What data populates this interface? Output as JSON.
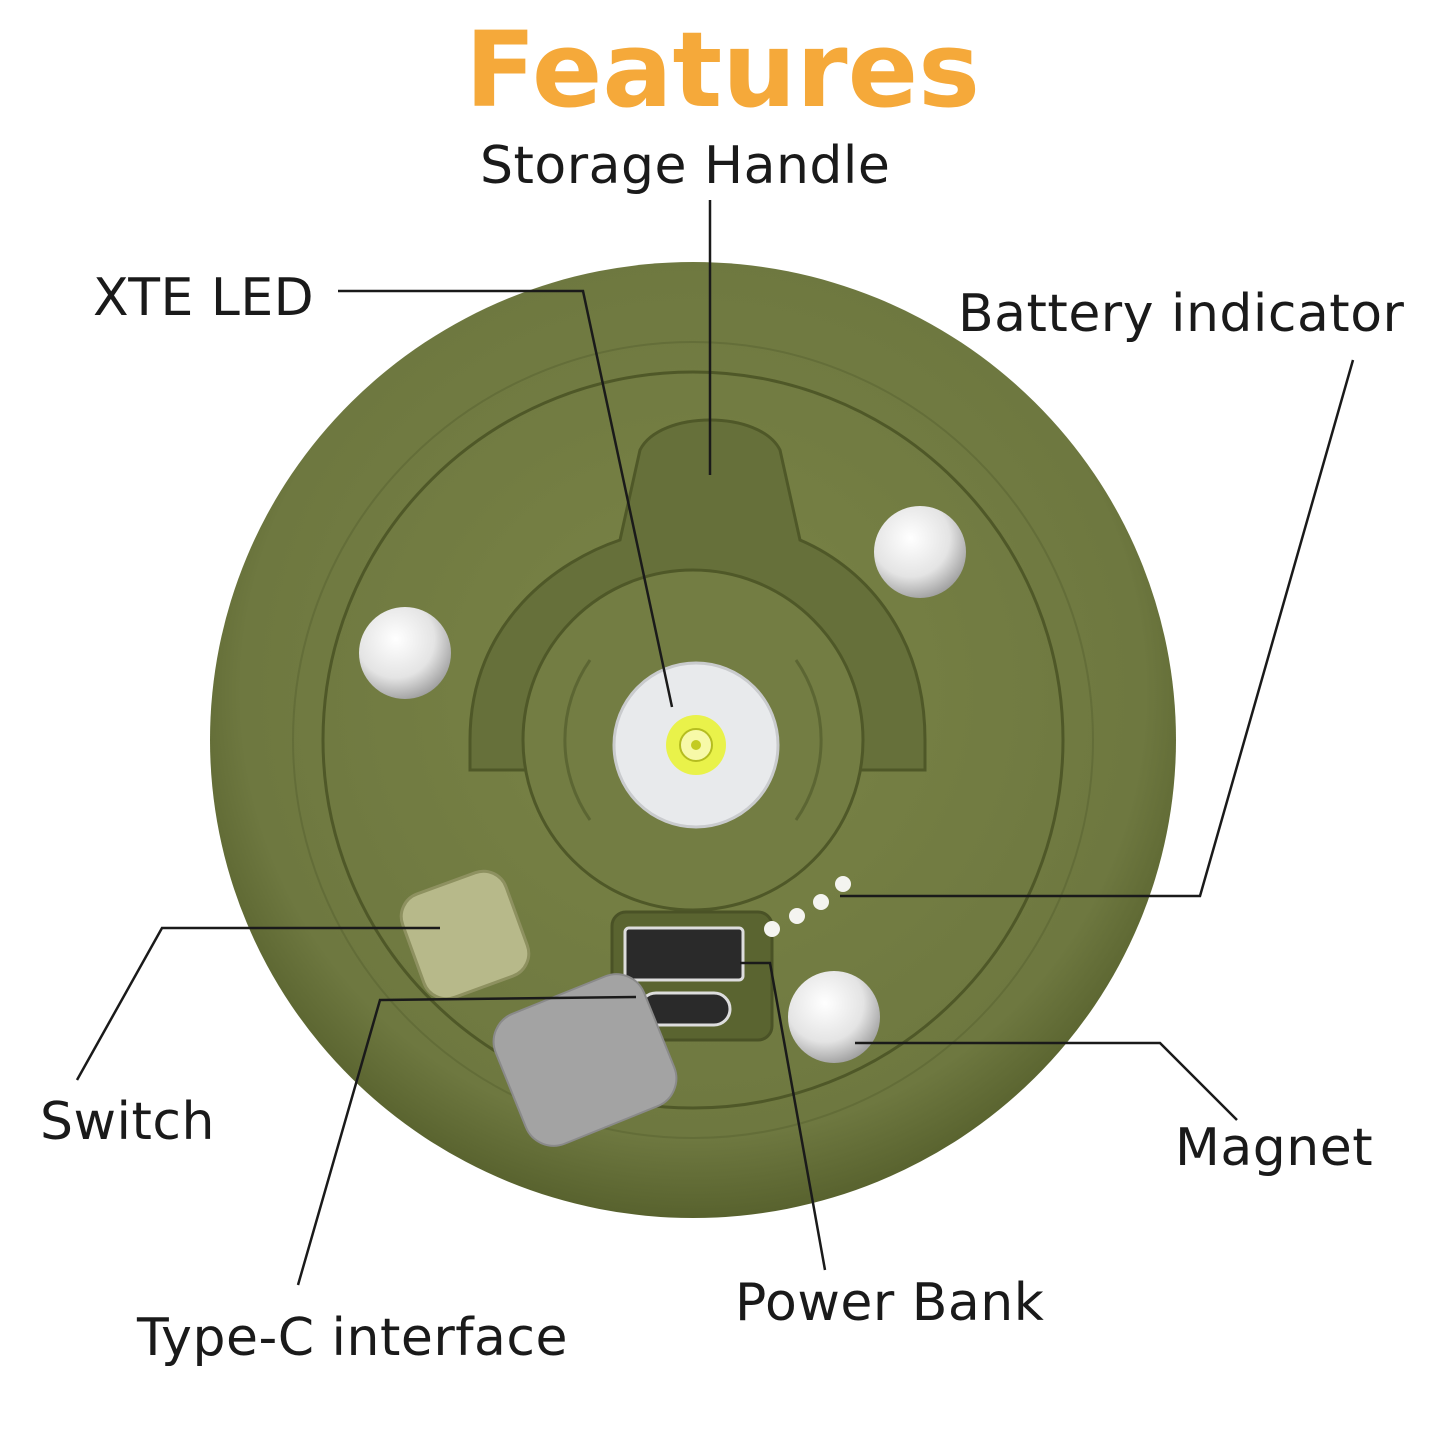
{
  "title": "Features",
  "colors": {
    "title": "#f5a93a",
    "body": "#6e7840",
    "body_dark": "#5c6633",
    "lines": "#1a1a1a"
  },
  "labels": {
    "storage_handle": "Storage Handle",
    "xte_led": "XTE LED",
    "battery_indicator": "Battery indicator",
    "switch": "Switch",
    "type_c": "Type-C interface",
    "power_bank": "Power Bank",
    "magnet": "Magnet"
  },
  "battery_indicator_dots": 4
}
